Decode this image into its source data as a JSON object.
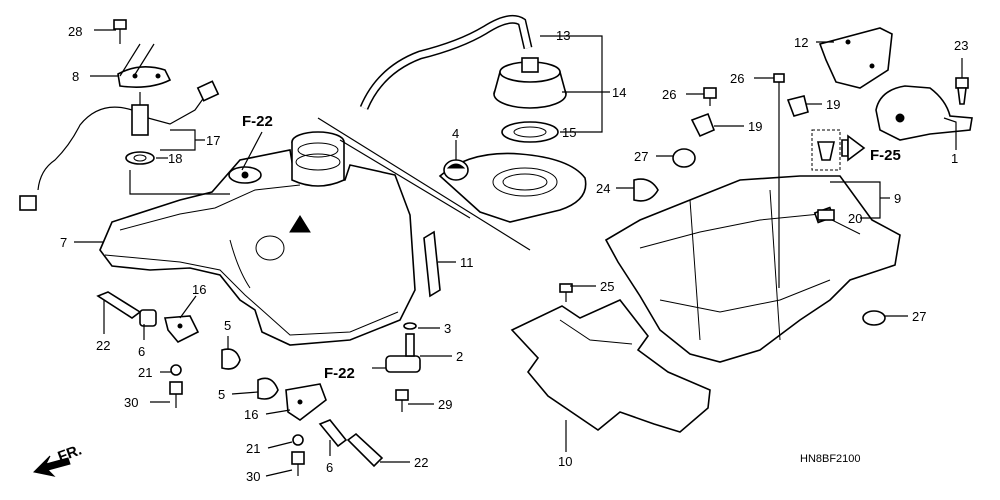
{
  "diagram": {
    "drawing_code": "HN8BF2100",
    "front_marker": "FR.",
    "callouts": {
      "c1": "1",
      "c2": "2",
      "c3": "3",
      "c4": "4",
      "c5a": "5",
      "c5b": "5",
      "c6a": "6",
      "c6b": "6",
      "c7": "7",
      "c8": "8",
      "c9": "9",
      "c10": "10",
      "c11": "11",
      "c12": "12",
      "c13": "13",
      "c14": "14",
      "c15": "15",
      "c16a": "16",
      "c16b": "16",
      "c17": "17",
      "c18": "18",
      "c19a": "19",
      "c19b": "19",
      "c20": "20",
      "c21a": "21",
      "c21b": "21",
      "c22a": "22",
      "c22b": "22",
      "c23": "23",
      "c24": "24",
      "c25": "25",
      "c26a": "26",
      "c26b": "26",
      "c27a": "27",
      "c27b": "27",
      "c28": "28",
      "c29": "29",
      "c30a": "30",
      "c30b": "30"
    },
    "references": {
      "r1": "F-22",
      "r2": "F-22",
      "r3": "F-25"
    }
  }
}
